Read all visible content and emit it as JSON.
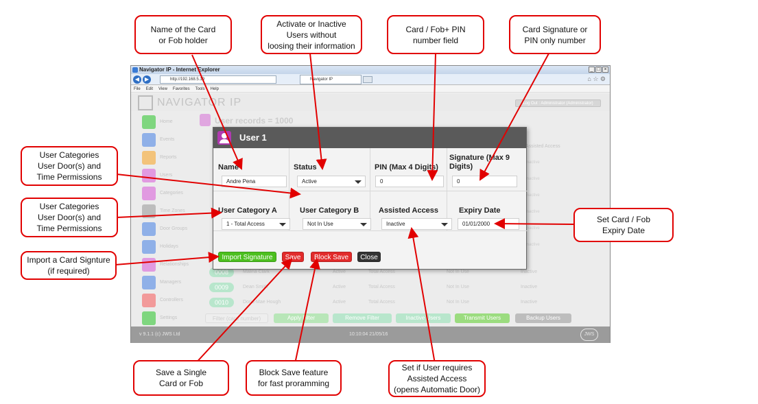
{
  "browser": {
    "window_title": "Navigator IP - Internet Explorer",
    "url": "http://192.168.5.19",
    "tab_title": "Navigator IP",
    "menu": [
      "File",
      "Edit",
      "View",
      "Favorites",
      "Tools",
      "Help"
    ]
  },
  "app": {
    "logo": "NAVIGATOR IP",
    "logout": "Log Out : Administrator (Administrator)",
    "content_title": "User records = 1000",
    "sidebar": [
      {
        "label": "Home",
        "color": "#7fd67f"
      },
      {
        "label": "Events",
        "color": "#8fb0e8"
      },
      {
        "label": "Reports",
        "color": "#f3c37a"
      },
      {
        "label": "Users",
        "color": "#e19ae1"
      },
      {
        "label": "Categories",
        "color": "#e19ae1"
      },
      {
        "label": "Time Zones",
        "color": "#bdbdbd"
      },
      {
        "label": "Door Groups",
        "color": "#8fb0e8"
      },
      {
        "label": "Holidays",
        "color": "#8fb0e8"
      },
      {
        "label": "Relationships",
        "color": "#e19ae1"
      },
      {
        "label": "Managers",
        "color": "#8fb0e8"
      },
      {
        "label": "Controllers",
        "color": "#f29a9a"
      },
      {
        "label": "Settings",
        "color": "#7fd67f"
      }
    ],
    "table": {
      "assisted_header": "Assisted Access",
      "assisted_values": [
        "Inactive",
        "Inactive",
        "Inactive",
        "Inactive",
        "Inactive",
        "Inactive",
        "Inactive",
        "Inactive",
        "Inactive"
      ],
      "rows": [
        {
          "id": "0008",
          "name": "Malina Clark",
          "status": "Active",
          "cat_a": "Total Access",
          "cat_b": "Not In Use",
          "assisted": "Inactive"
        },
        {
          "id": "0009",
          "name": "Dean Smith",
          "status": "Active",
          "cat_a": "Total Access",
          "cat_b": "Not In Use",
          "assisted": "Inactive"
        },
        {
          "id": "0010",
          "name": "Doria-Mae Hough",
          "status": "Active",
          "cat_a": "Total Access",
          "cat_b": "Not In Use",
          "assisted": "Inactive"
        }
      ]
    },
    "filter_bar": {
      "filter_placeholder": "Filter (card number)",
      "apply": "Apply Filter",
      "remove": "Remove Filter",
      "inactive": "Inactive Users",
      "transmit": "Transmit Users",
      "backup": "Backup Users"
    },
    "footer": {
      "version": "v 9.1.1 (c) JWS Ltd",
      "clock": "10:10:04 21/05/16",
      "logo": "JWS"
    }
  },
  "modal": {
    "title": "User 1",
    "labels": {
      "name": "Name",
      "status": "Status",
      "pin": "PIN (Max 4 Digits)",
      "signature": "Signature (Max 9 Digits)",
      "cat_a": "User Category A",
      "cat_b": "User Category B",
      "assisted": "Assisted Access",
      "expiry": "Expiry Date"
    },
    "values": {
      "name": "Andre Pena",
      "status": "Active",
      "pin": "0",
      "signature": "0",
      "cat_a": "1 - Total Access",
      "cat_b": "Not In Use",
      "assisted": "Inactive",
      "expiry": "01/01/2000"
    },
    "buttons": {
      "import": "Import Signature",
      "save": "Save",
      "block_save": "Block Save",
      "close": "Close"
    },
    "colors": {
      "import": "#4cbf1f",
      "save": "#e22b2b",
      "block_save": "#e22b2b",
      "close": "#333333"
    }
  },
  "callouts": {
    "name": "Name of the Card\nor Fob holder",
    "status": "Activate or Inactive\nUsers without\nloosing their information",
    "pin": "Card / Fob+ PIN\nnumber field",
    "signature": "Card Signature or\nPIN only number",
    "cats1": "User Categories\nUser Door(s) and\nTime Permissions",
    "cats2": "User Categories\nUser Door(s) and\nTime Permissions",
    "import": "Import a Card Signture\n(if required)",
    "expiry": "Set Card / Fob\nExpiry Date",
    "save": "Save a Single\nCard or Fob",
    "block": "Block Save feature\nfor fast proramming",
    "assisted": "Set if User requires\nAssisted Access\n(opens Automatic Door)"
  }
}
